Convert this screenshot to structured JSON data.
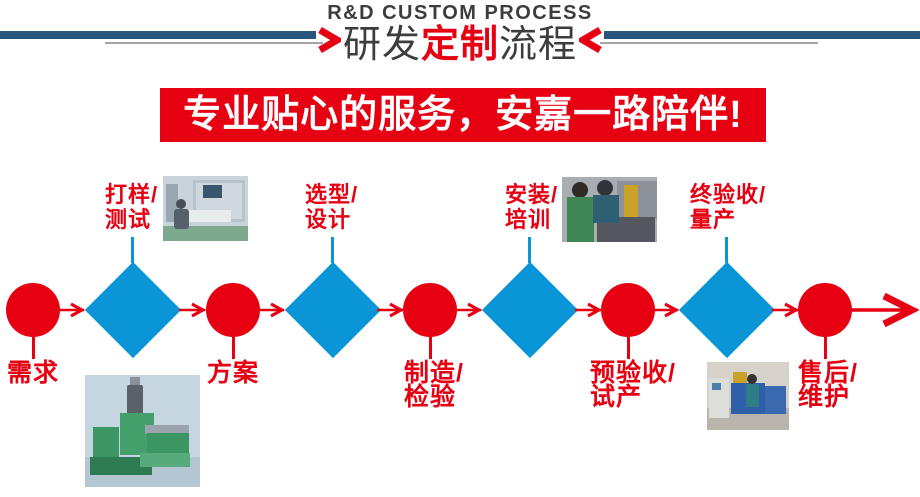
{
  "header": {
    "title_en": "R&D CUSTOM PROCESS",
    "title_zh_pre": "研发",
    "title_zh_highlight": "定制",
    "title_zh_post": "流程"
  },
  "banner": {
    "text": "专业贴心的服务，安嘉一路陪伴!"
  },
  "flow": {
    "steps": [
      {
        "shape": "circle",
        "lines": [
          "需求"
        ]
      },
      {
        "shape": "diamond",
        "lines": [
          "打样/",
          "测试"
        ]
      },
      {
        "shape": "circle",
        "lines": [
          "方案"
        ]
      },
      {
        "shape": "diamond",
        "lines": [
          "选型/",
          "设计"
        ]
      },
      {
        "shape": "circle",
        "lines": [
          "制造/",
          "检验"
        ]
      },
      {
        "shape": "diamond",
        "lines": [
          "安装/",
          "培训"
        ]
      },
      {
        "shape": "circle",
        "lines": [
          "预验收/",
          "试产"
        ]
      },
      {
        "shape": "diamond",
        "lines": [
          "终验收/",
          "量产"
        ]
      },
      {
        "shape": "circle",
        "lines": [
          "售后/",
          "维护"
        ]
      }
    ]
  },
  "icons": {
    "chevron_right": "red right-pointing chevron",
    "chevron_left": "red left-pointing chevron",
    "flow_arrow": "small red right arrow",
    "final_arrow": "large red right arrow"
  },
  "colors": {
    "accent_red": "#e60012",
    "process_blue": "#0a95d6",
    "rule_dark_blue": "#29567e",
    "title_gray": "#3d3d3d"
  }
}
